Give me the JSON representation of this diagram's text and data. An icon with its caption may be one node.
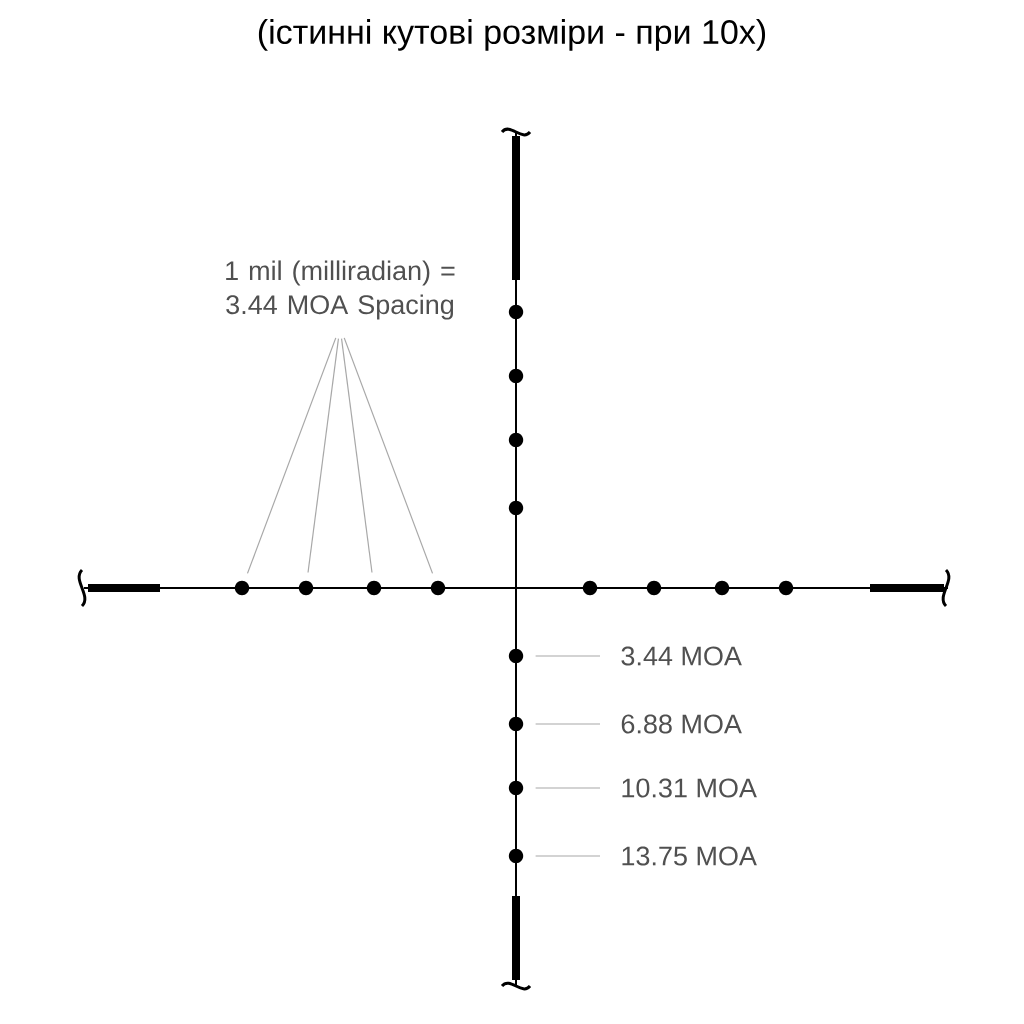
{
  "diagram": {
    "title": "(істинні кутові розміри - при 10х)",
    "nodes": [
      {
        "text": [
          "1 mil (milliradian) = 3.44 MOA Spacing"
        ]
      },
      {
        "text": [],
        "shape": "circle"
      },
      {
        "text": [],
        "shape": "circle"
      },
      {
        "text": [],
        "shape": "circle"
      },
      {
        "text": [],
        "shape": "circle"
      },
      {
        "text": [
          "3.44 MOA"
        ]
      },
      {
        "text": [],
        "shape": "circle"
      },
      {
        "text": [
          "6.88 MOA"
        ]
      },
      {
        "text": [],
        "shape": "circle"
      },
      {
        "text": [
          "10.31 MOA"
        ]
      },
      {
        "text": [],
        "shape": "circle"
      },
      {
        "text": [
          "13.75 MOA"
        ]
      },
      {
        "text": [],
        "shape": "circle"
      }
    ],
    "edges": [
      {
        "from": 0,
        "to": 1,
        "arrow": "none"
      },
      {
        "from": 0,
        "to": 2,
        "arrow": "none"
      },
      {
        "from": 0,
        "to": 3,
        "arrow": "none"
      },
      {
        "from": 0,
        "to": 4,
        "arrow": "none"
      },
      {
        "from": 5,
        "to": 6,
        "arrow": "none"
      },
      {
        "from": 7,
        "to": 8,
        "arrow": "none"
      },
      {
        "from": 9,
        "to": 10,
        "arrow": "none"
      },
      {
        "from": 11,
        "to": 12,
        "arrow": "none"
      }
    ]
  }
}
